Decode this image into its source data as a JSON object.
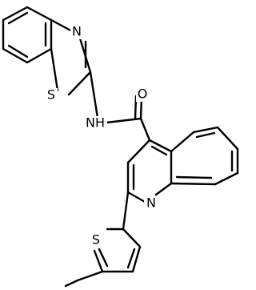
{
  "molecule": {
    "atoms": {
      "o_carbonyl": "O",
      "n_amide": "NH",
      "n_benzothiazole": "N",
      "s_benzothiazole": "S",
      "n_quinoline": "N",
      "s_thiophene": "S"
    }
  }
}
